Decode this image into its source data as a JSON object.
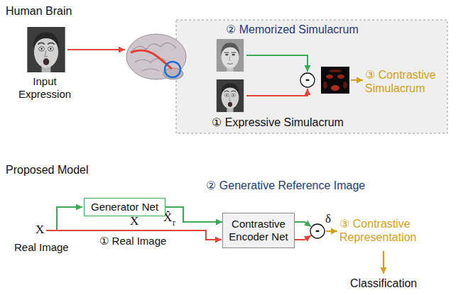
{
  "diagram": {
    "nodes": [
      {
        "text": [
          "-"
        ]
      },
      {
        "text": [
          "Generator Net"
        ]
      },
      {
        "text": [
          "Contrastive Encoder Net"
        ]
      },
      {
        "text": [
          "-"
        ]
      }
    ],
    "edges": [
      {
        "from": 1,
        "to": 2,
        "arrow": "to"
      },
      {
        "from": 2,
        "to": 3,
        "arrow": "to"
      },
      {
        "from": 2,
        "to": 3,
        "arrow": "to"
      }
    ],
    "labels": [
      "Human Brain",
      "Input Expression",
      "② Memorized Simulacrum",
      "① Expressive Simulacrum",
      "③ Contrastive Simulacrum",
      "Proposed Model",
      "② Generative Reference Image",
      "X",
      "X̂",
      "r",
      "X",
      "Real Image",
      "① Real Image",
      "δ",
      "③ Contrastive Representation",
      "Classification"
    ]
  }
}
